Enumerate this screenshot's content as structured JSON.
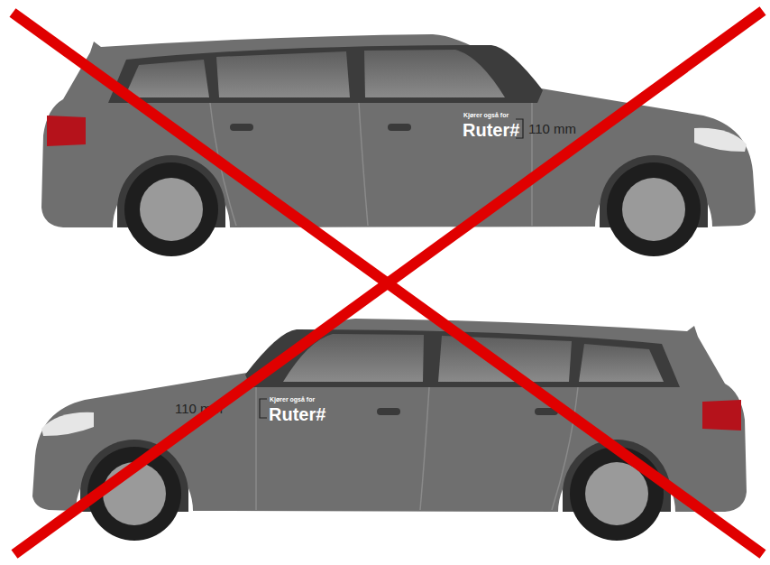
{
  "diagram": {
    "labels": [
      "Kjører også for",
      "Ruter#",
      "110 mm",
      "110 mm",
      "Kjører også for",
      "Ruter#"
    ]
  }
}
